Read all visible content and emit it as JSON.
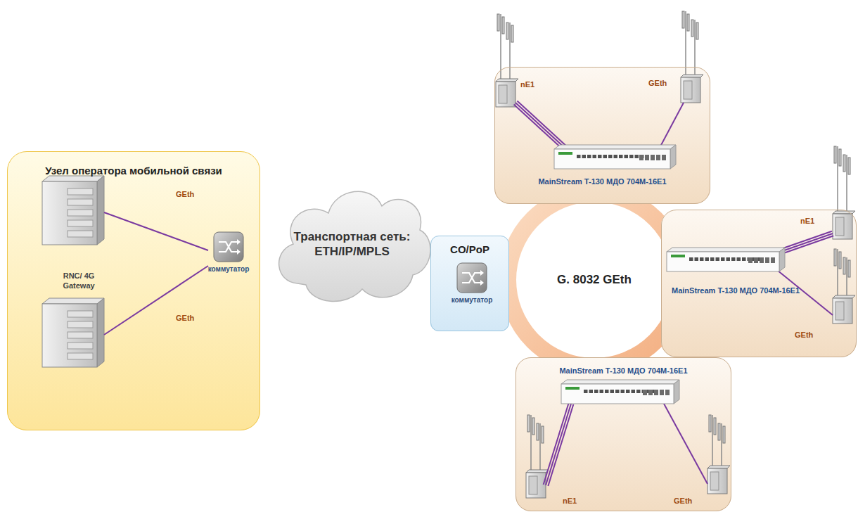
{
  "diagram": {
    "nodes": [
      {
        "text": [
          "Узел оператора мобильной связи"
        ]
      },
      {
        "text": [
          "коммутатор"
        ],
        "in": 0
      },
      {
        "text": [
          "Транспортная сеть: ETH/IP/MPLS"
        ]
      },
      {
        "text": [
          "CO/PoP"
        ]
      },
      {
        "text": [
          "коммутатор"
        ],
        "in": 3
      },
      {
        "text": [
          "G. 8032 GEth"
        ]
      },
      {
        "text": [
          "MainStream T-130 МДО 704М-16Е1"
        ]
      },
      {
        "text": [
          "MainStream T-130 МДО 704М-16Е1"
        ]
      },
      {
        "text": [
          "MainStream T-130 МДО 704М-16Е1"
        ]
      }
    ],
    "labels": [
      "GEth",
      "GEth",
      "RNC/ 4G Gateway",
      "nE1",
      "GEth",
      "nE1",
      "GEth",
      "nE1",
      "GEth"
    ]
  }
}
